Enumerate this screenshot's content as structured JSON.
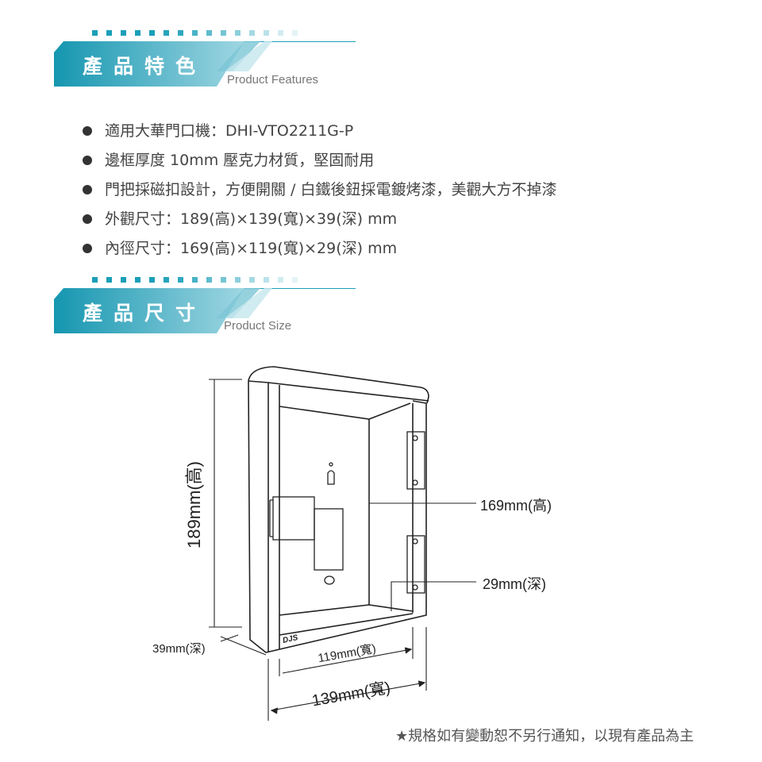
{
  "features_header": {
    "title": "產品特色",
    "subtitle": "Product Features"
  },
  "features": [
    "適用大華門口機：DHI-VTO2211G-P",
    "邊框厚度 10mm 壓克力材質，堅固耐用",
    "門把採磁扣設計，方便開關 / 白鐵後鈕採電鍍烤漆，美觀大方不掉漆",
    "外觀尺寸：189(高)×139(寬)×39(深) mm",
    "內徑尺寸：169(高)×119(寬)×29(深) mm"
  ],
  "size_header": {
    "title": "產品尺寸",
    "subtitle": "Product Size"
  },
  "dimensions": {
    "height_outer": "189mm(高)",
    "height_inner": "169mm(高)",
    "depth_inner": "29mm(深)",
    "depth_outer": "39mm(深)",
    "width_inner": "119mm(寬)",
    "width_outer": "139mm(寬)"
  },
  "logo": "DJS",
  "note": "★規格如有變動恕不另行通知，以現有產品為主",
  "colors": {
    "accent": "#1a9fb8"
  }
}
